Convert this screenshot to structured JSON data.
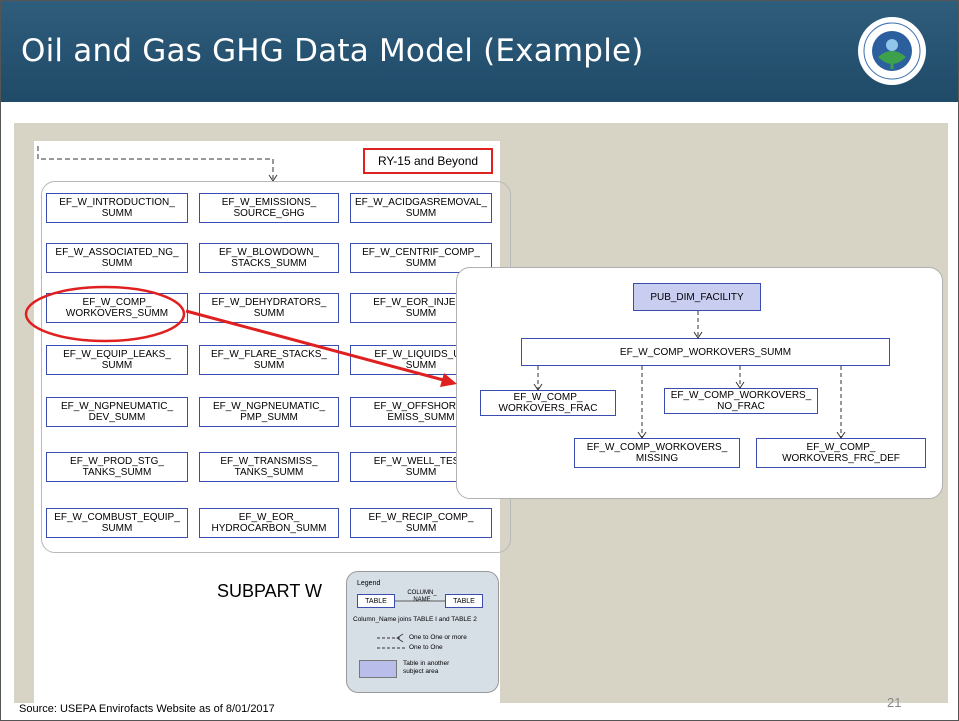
{
  "title": "Oil and Gas GHG Data Model (Example)",
  "ry_label": "RY-15 and Beyond",
  "subpart": "SUBPART W",
  "tables": [
    [
      "EF_W_INTRODUCTION_\nSUMM",
      "EF_W_EMISSIONS_\nSOURCE_GHG",
      "EF_W_ACIDGASREMOVAL_\nSUMM"
    ],
    [
      "EF_W_ASSOCIATED_NG_\nSUMM",
      "EF_W_BLOWDOWN_\nSTACKS_SUMM",
      "EF_W_CENTRIF_COMP_\nSUMM"
    ],
    [
      "EF_W_COMP_\nWORKOVERS_SUMM",
      "EF_W_DEHYDRATORS_\nSUMM",
      "EF_W_EOR_INJECT\nSUMM"
    ],
    [
      "EF_W_EQUIP_LEAKS_\nSUMM",
      "EF_W_FLARE_STACKS_\nSUMM",
      "EF_W_LIQUIDS_UN\nSUMM"
    ],
    [
      "EF_W_NGPNEUMATIC_\nDEV_SUMM",
      "EF_W_NGPNEUMATIC_\nPMP_SUMM",
      "EF_W_OFFSHORE_\nEMISS_SUMM"
    ],
    [
      "EF_W_PROD_STG_\nTANKS_SUMM",
      "EF_W_TRANSMISS_\nTANKS_SUMM",
      "EF_W_WELL_TESTI\nSUMM"
    ],
    [
      "EF_W_COMBUST_EQUIP_\nSUMM",
      "EF_W_EOR_\nHYDROCARBON_SUMM",
      "EF_W_RECIP_COMP_\nSUMM"
    ]
  ],
  "detail": {
    "facility": "PUB_DIM_FACILITY",
    "summ": "EF_W_COMP_WORKOVERS_SUMM",
    "frac": "EF_W_COMP_\nWORKOVERS_FRAC",
    "no_frac": "EF_W_COMP_WORKOVERS_\nNO_FRAC",
    "missing": "EF_W_COMP_WORKOVERS_\nMISSING",
    "frc_def": "EF_W_COMP_\nWORKOVERS_FRC_DEF"
  },
  "legend": {
    "title": "Legend",
    "table": "TABLE",
    "column": "COLUMN_\nNAME",
    "joins": "Column_Name joins TABLE I and TABLE 2",
    "one_to_more": "One to One or more",
    "one_to_one": "One to One",
    "other_area": "Table in another\nsubject area"
  },
  "source": "Source:  USEPA Envirofacts Website as of 8/01/2017",
  "page_number": "21",
  "colors": {
    "header": "#2a5676",
    "background": "#d8d4c5",
    "table_border": "#3a4db0",
    "highlight": "#e02020",
    "facility_fill": "#c9cdf0"
  }
}
